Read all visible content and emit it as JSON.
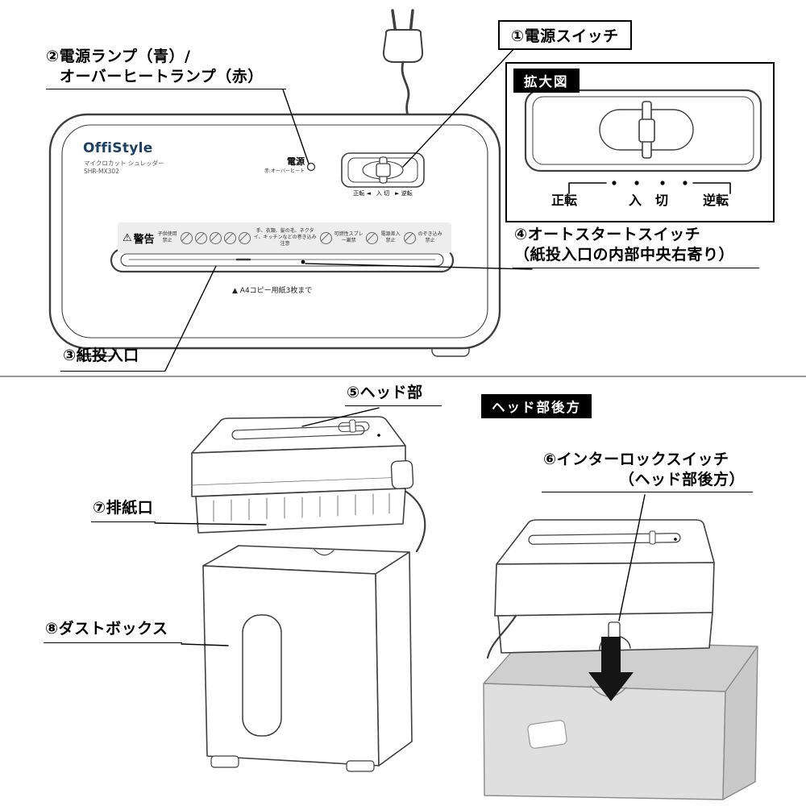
{
  "colors": {
    "brand": "#1d4066",
    "line": "#3f3f3f",
    "callout": "#000000",
    "box_fill_gray": "#d9d9d9"
  },
  "top": {
    "callout_power_switch": "①電源スイッチ",
    "callout_lamp_line1": "②電源ランプ（青）/",
    "callout_lamp_line2": "オーバーヒートランプ（赤）",
    "callout_paper_slot": "③紙投入口",
    "callout_autostart_line1": "④オートスタートスイッチ",
    "callout_autostart_line2": "（紙投入口の内部中央右寄り）",
    "magnified": {
      "title": "拡大図",
      "pos_forward": "正転",
      "pos_on": "入",
      "pos_off": "切",
      "pos_reverse": "逆転"
    },
    "device": {
      "brand": "OffiStyle",
      "product_name": "マイクロカット シュレッダー",
      "model": "SHR-MX302",
      "power_label": "電源",
      "power_note": "赤:オーバーヒート",
      "switch_scale": "正転 ◄　入 切　► 逆転",
      "warning_icon": "⚠",
      "warning_title": "警告",
      "warning_items": [
        "子供使用禁止",
        "手、衣類、髪の毛、ネクタイ、キッチンなどの巻き込み注意",
        "可燃性スプレー厳禁",
        "電源差入禁止",
        "のぞき込み禁止"
      ],
      "capacity_note": "▲ A4コピー用紙3枚まで"
    }
  },
  "bottom": {
    "callout_head": "⑤ヘッド部",
    "rear_view_title": "ヘッド部後方",
    "callout_interlock_line1": "⑥インターロックスイッチ",
    "callout_interlock_line2": "（ヘッド部後方）",
    "callout_paper_exit": "⑦排紙口",
    "callout_dust_box": "⑧ダストボックス"
  }
}
